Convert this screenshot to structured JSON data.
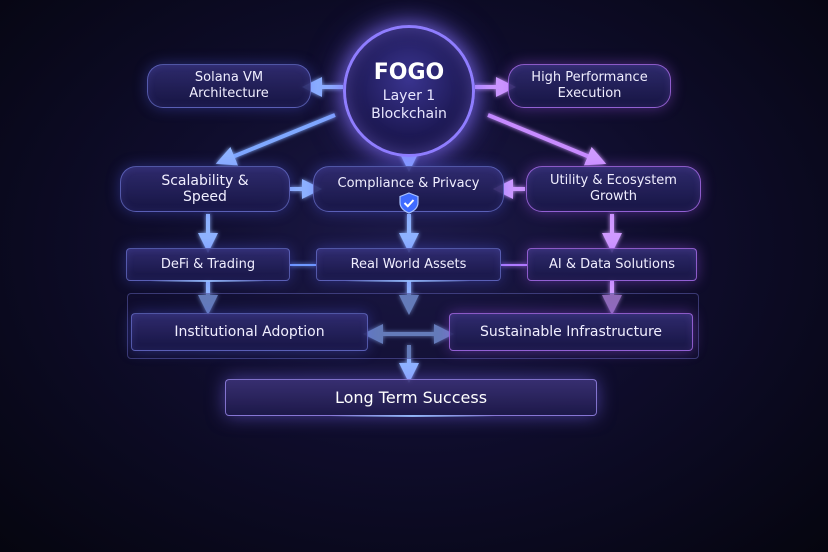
{
  "center": {
    "title": "FOGO",
    "line1": "Layer 1",
    "line2": "Blockchain"
  },
  "top_row": {
    "left": "Solana VM\nArchitecture",
    "right": "High Performance\nExecution"
  },
  "tier2": {
    "left": "Scalability &\nSpeed",
    "middle": "Compliance & Privacy",
    "right": "Utility & Ecosystem\nGrowth"
  },
  "tier3": {
    "left": "DeFi & Trading",
    "middle": "Real World Assets",
    "right": "AI & Data Solutions"
  },
  "tier4": {
    "left": "Institutional Adoption",
    "right": "Sustainable Infrastructure"
  },
  "final": "Long Term Success",
  "colors": {
    "blue_arrow": "#7fa8ff",
    "purple_arrow": "#c88cff",
    "accent": "#8f7dff",
    "background": "#0f0d2c"
  },
  "icons": {
    "shield": "shield-check-icon"
  }
}
